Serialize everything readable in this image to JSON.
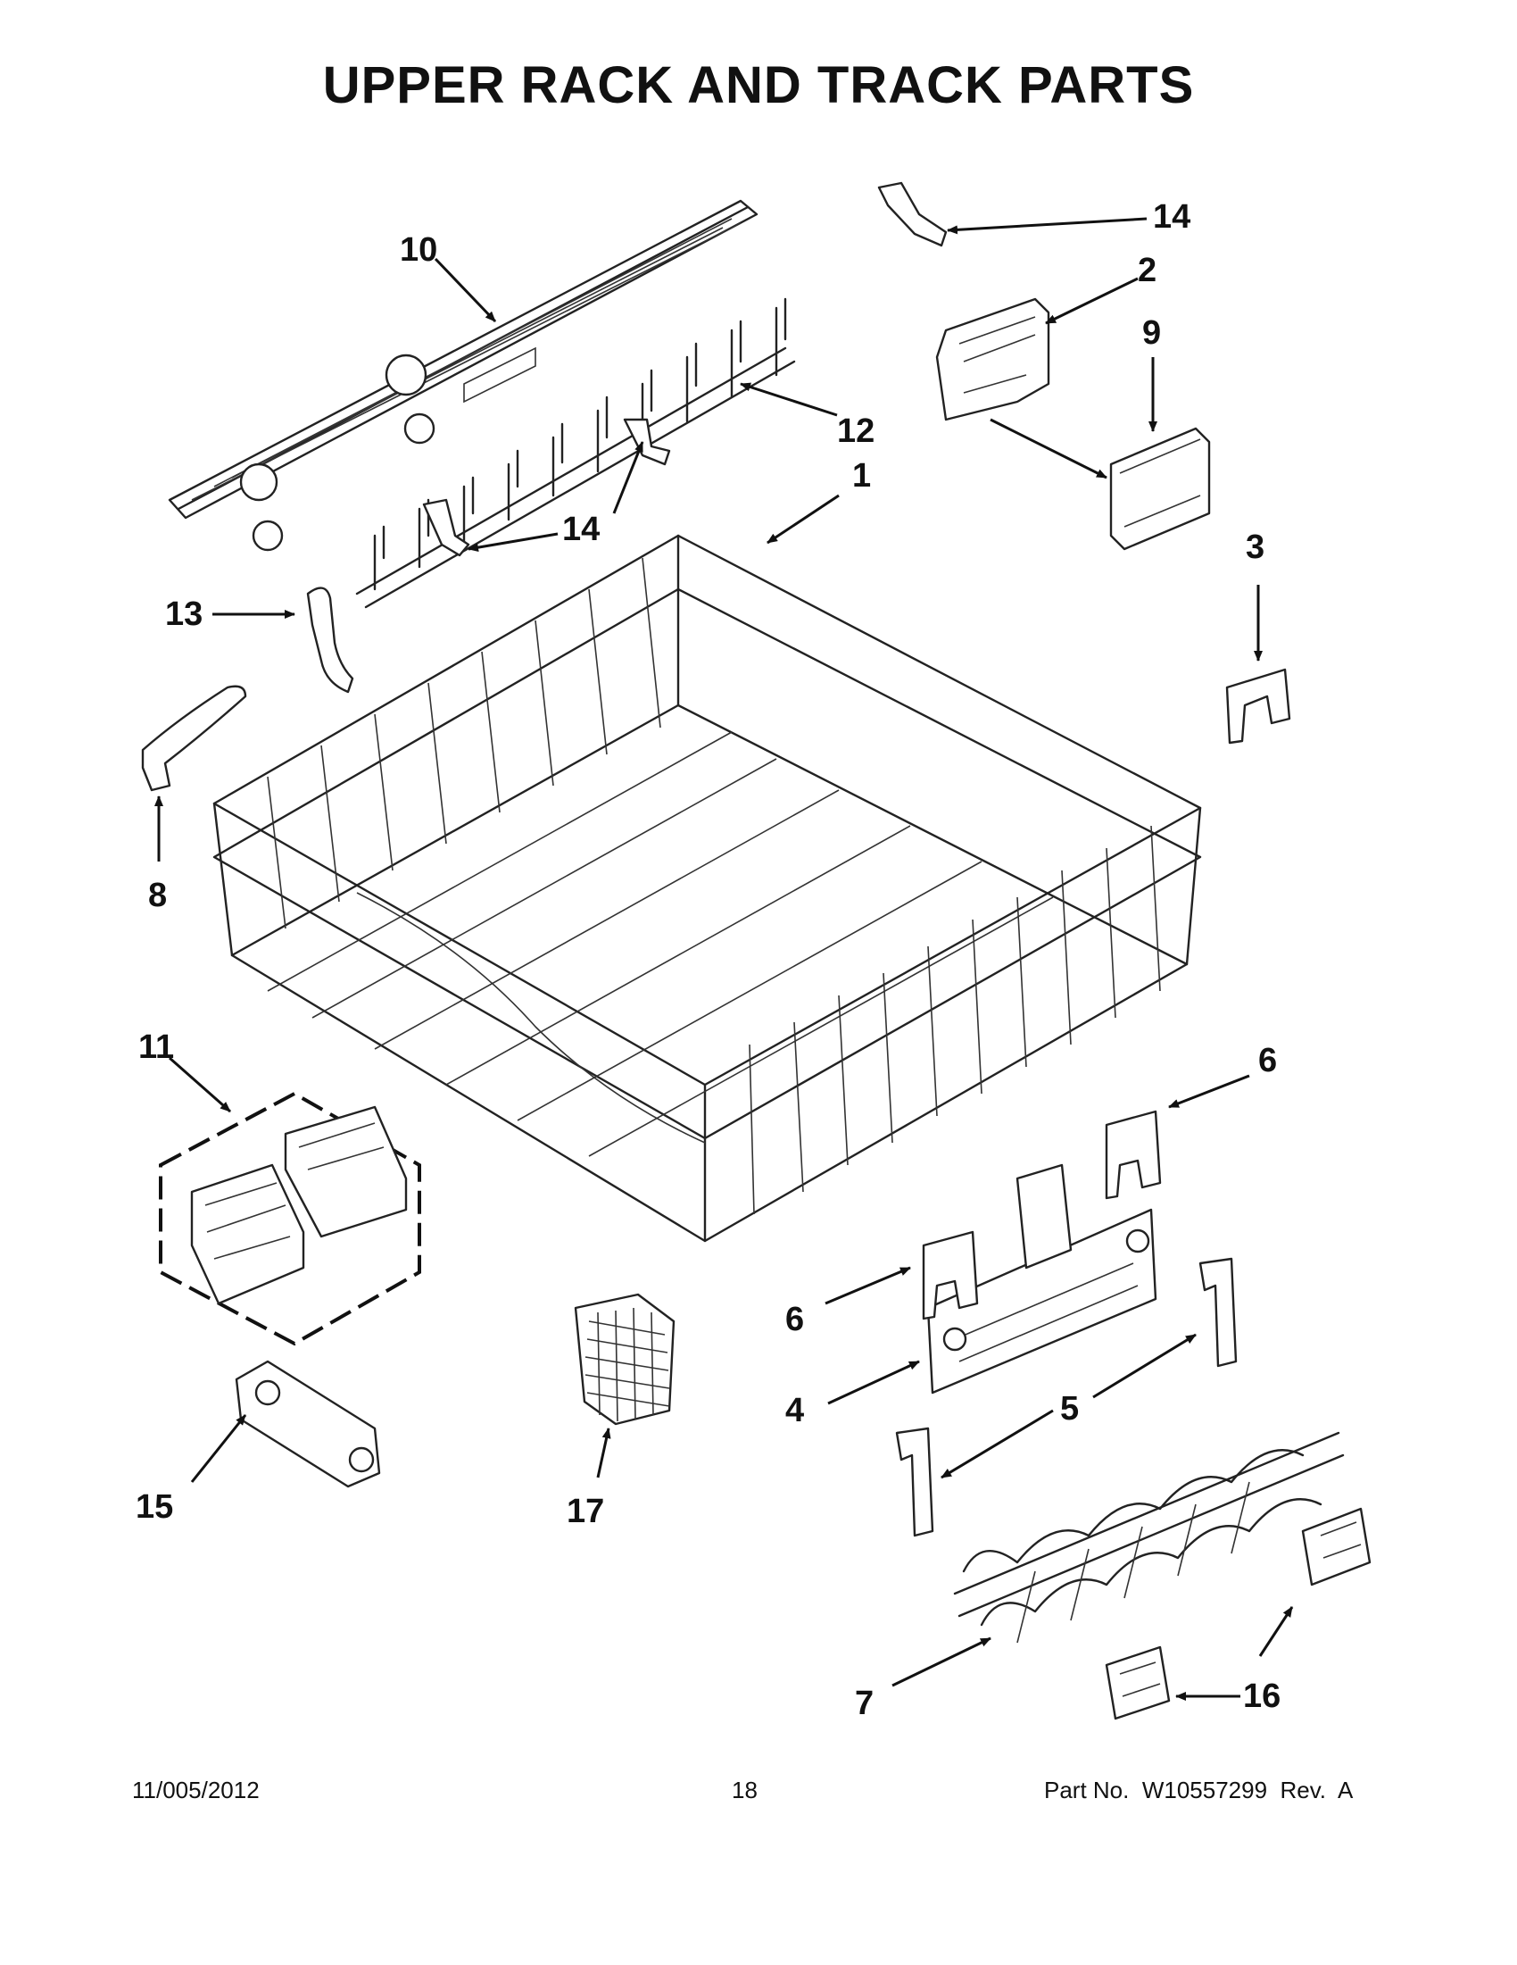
{
  "title": "UPPER RACK AND TRACK PARTS",
  "callouts": [
    {
      "id": "c1",
      "label": "1"
    },
    {
      "id": "c2",
      "label": "2"
    },
    {
      "id": "c3",
      "label": "3"
    },
    {
      "id": "c4",
      "label": "4"
    },
    {
      "id": "c5",
      "label": "5"
    },
    {
      "id": "c6a",
      "label": "6"
    },
    {
      "id": "c6b",
      "label": "6"
    },
    {
      "id": "c7",
      "label": "7"
    },
    {
      "id": "c8",
      "label": "8"
    },
    {
      "id": "c9",
      "label": "9"
    },
    {
      "id": "c10",
      "label": "10"
    },
    {
      "id": "c11",
      "label": "11"
    },
    {
      "id": "c12",
      "label": "12"
    },
    {
      "id": "c13",
      "label": "13"
    },
    {
      "id": "c14a",
      "label": "14"
    },
    {
      "id": "c14b",
      "label": "14"
    },
    {
      "id": "c15",
      "label": "15"
    },
    {
      "id": "c16",
      "label": "16"
    },
    {
      "id": "c17",
      "label": "17"
    }
  ],
  "footer": {
    "date": "11/005/2012",
    "page": "18",
    "part": "Part No.  W10557299  Rev.  A"
  }
}
